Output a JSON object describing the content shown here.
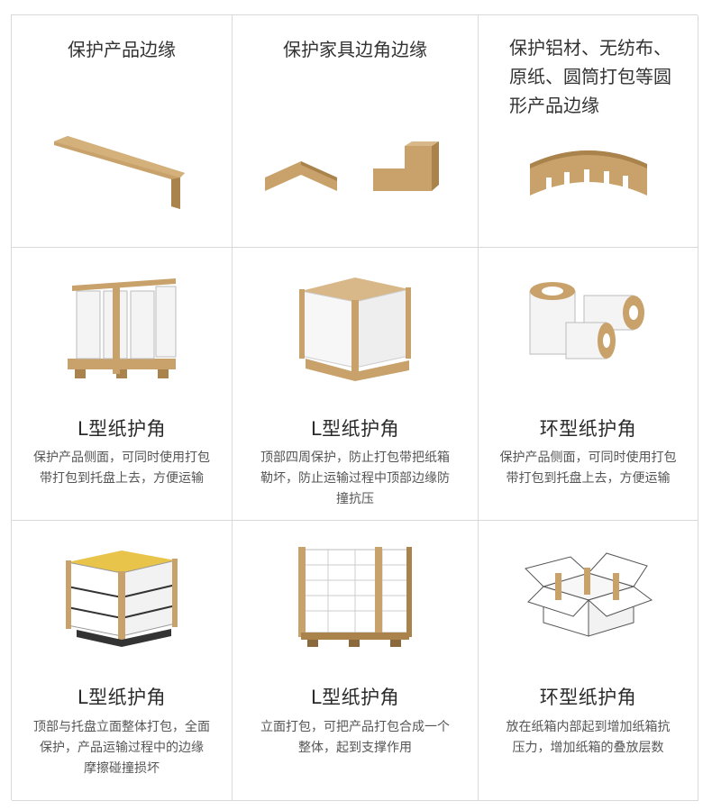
{
  "row1": [
    {
      "title": "保护产品边缘"
    },
    {
      "title": "保护家具边角边缘"
    },
    {
      "title_lines": [
        "保护铝材、无纺布、",
        "原纸、圆筒打包等圆",
        "形产品边缘"
      ]
    }
  ],
  "row2": [
    {
      "heading": "L型纸护角",
      "desc_lines": [
        "保护产品侧面，可同时使用打包",
        "带打包到托盘上去，方便运输"
      ]
    },
    {
      "heading": "L型纸护角",
      "desc_lines": [
        "顶部四周保护，防止打包带把纸箱",
        "勒坏，防止运输过程中顶部边缘防",
        "撞抗压"
      ]
    },
    {
      "heading": "环型纸护角",
      "desc_lines": [
        "保护产品侧面，可同时使用打包",
        "带打包到托盘上去，方便运输"
      ]
    }
  ],
  "row3": [
    {
      "heading": "L型纸护角",
      "desc_lines": [
        "顶部与托盘立面整体打包，全面",
        "保护，产品运输过程中的边缘",
        "摩擦碰撞损坏"
      ]
    },
    {
      "heading": "L型纸护角",
      "desc_lines": [
        "立面打包，可把产品打包合成一个",
        "整体，起到支撑作用"
      ]
    },
    {
      "heading": "环型纸护角",
      "desc_lines": [
        "放在纸箱内部起到增加纸箱抗",
        "压力，增加纸箱的叠放层数"
      ]
    }
  ],
  "colors": {
    "kraft": "#c8a26a",
    "kraft_dark": "#a9824c",
    "line": "#d9d9d9"
  }
}
